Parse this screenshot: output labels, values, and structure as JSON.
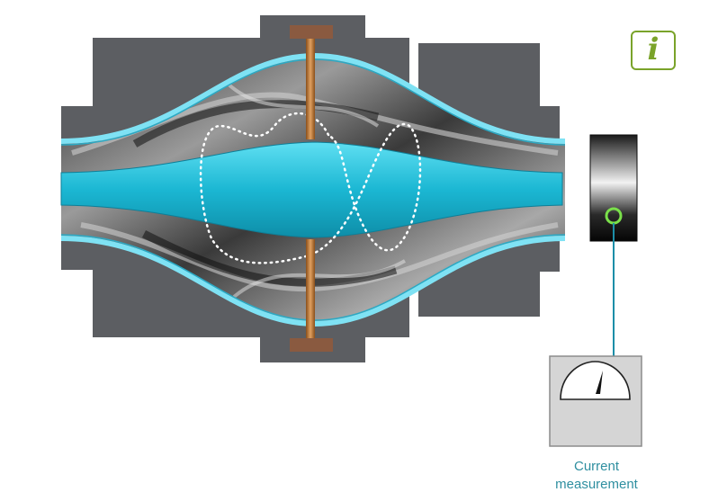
{
  "info_button": {
    "glyph": "i",
    "icon": "info-icon",
    "color": "#7aa32a"
  },
  "meter": {
    "label_line1": "Current",
    "label_line2": "measurement",
    "label_color": "#2f8fa0"
  },
  "colors": {
    "housing": "#5c5e62",
    "electrode": "#33d0ea",
    "beam": "#1ab3cf",
    "lens": "#b8732e",
    "lens_cap": "#8a5a40",
    "wire": "#1c8ea8"
  }
}
